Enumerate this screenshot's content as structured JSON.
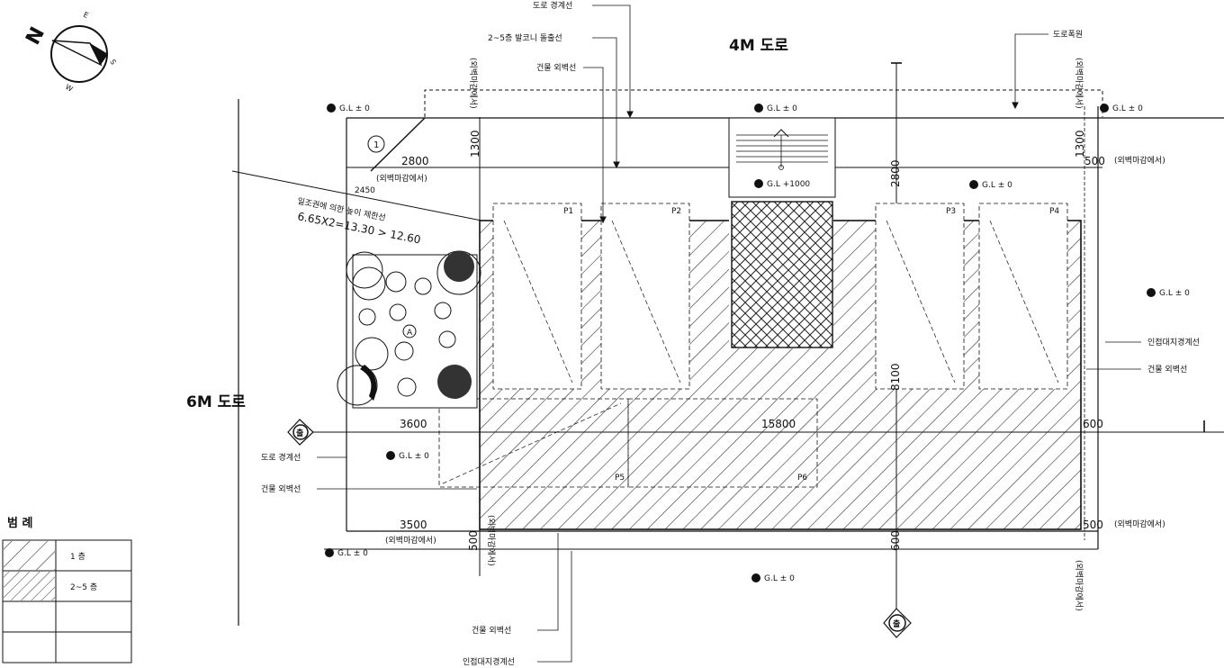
{
  "roads": {
    "north": "4M 도로",
    "west": "6M 도로"
  },
  "compass": {
    "n": "N",
    "e": "E",
    "s": "S",
    "w": "W"
  },
  "callouts": {
    "road_boundary_top": "도로 경계선",
    "balcony_line": "2~5층 발코니 돌출선",
    "wall_line_top": "건물 외벽선",
    "road_width": "도로폭원",
    "adjacent_boundary_right": "인접대지경계선",
    "wall_line_right": "건물 외벽선",
    "road_boundary_left": "도로 경계선",
    "wall_line_left": "건물 외벽선",
    "wall_line_bottom": "건물 외벽선",
    "adjacent_boundary_bottom": "인접대지경계선",
    "sunlight_line_1": "일조권에 의한 높이 제한선",
    "sunlight_line_2": "6.65X2=13.30 > 12.60"
  },
  "levels": {
    "top_left": "G.L ± 0",
    "top_center": "G.L ± 0",
    "top_right": "G.L ± 0",
    "stair": "G.L +1000",
    "right_upper": "G.L ± 0",
    "right_mid": "G.L ± 0",
    "left_mid": "G.L ± 0",
    "bottom_left": "G.L ± 0",
    "bottom_center": "G.L ± 0"
  },
  "dimensions": {
    "d2800": "2800",
    "d2800_v": "2800",
    "d1300_left": "1300",
    "d1300_right": "1300",
    "d500_top_right": "500",
    "d2450": "2450",
    "d3600": "3600",
    "d15800": "15800",
    "d600_right": "600",
    "d3500": "3500",
    "d500_bottom_right": "500",
    "d500_bottom_left": "500",
    "d600_bottom": "600",
    "d8100": "8100"
  },
  "notes": {
    "wall_finish_top": "(외벽마감에서)",
    "wall_finish_right_top": "(외벽마감에서)",
    "wall_finish_bottom": "(외벽마감에서)",
    "wall_finish_right_bottom": "(외벽마감에서)",
    "wall_finish_v1": "(외벽마감에서)",
    "wall_finish_v2": "(외벽마감에서)",
    "wall_finish_v3": "(외벽마감에서)",
    "wall_finish_v4": "(외벽마감에서)"
  },
  "parking": [
    "P1",
    "P2",
    "P3",
    "P4",
    "P5",
    "P6"
  ],
  "markers": {
    "circle_1": "1",
    "entry_west": "출",
    "entry_south": "출",
    "tree_a": "A"
  },
  "legend": {
    "title": "범 례",
    "rows": [
      {
        "label": "1 층"
      },
      {
        "label": "2~5 층"
      },
      {
        "label": ""
      },
      {
        "label": ""
      }
    ]
  }
}
